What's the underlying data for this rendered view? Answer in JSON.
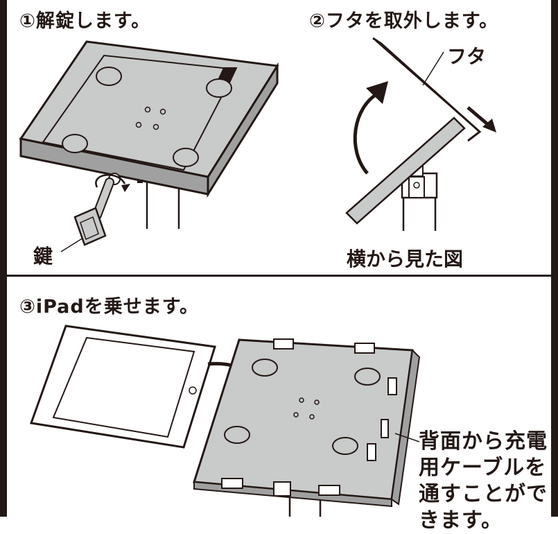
{
  "steps": {
    "step1": {
      "title": "①解錠します。",
      "key_label": "鍵"
    },
    "step2": {
      "title": "②フタを取外します。",
      "lid_label": "フタ",
      "caption": "横から見た図"
    },
    "step3": {
      "title": "③iPadを乗せます。",
      "note_lines": [
        "背面から充電",
        "用ケーブルを",
        "通すことがで",
        "きます。"
      ]
    }
  },
  "colors": {
    "line": "#231815",
    "gray": "#c9caca",
    "dark_gray": "#a0a0a0",
    "bg": "#ffffff"
  }
}
